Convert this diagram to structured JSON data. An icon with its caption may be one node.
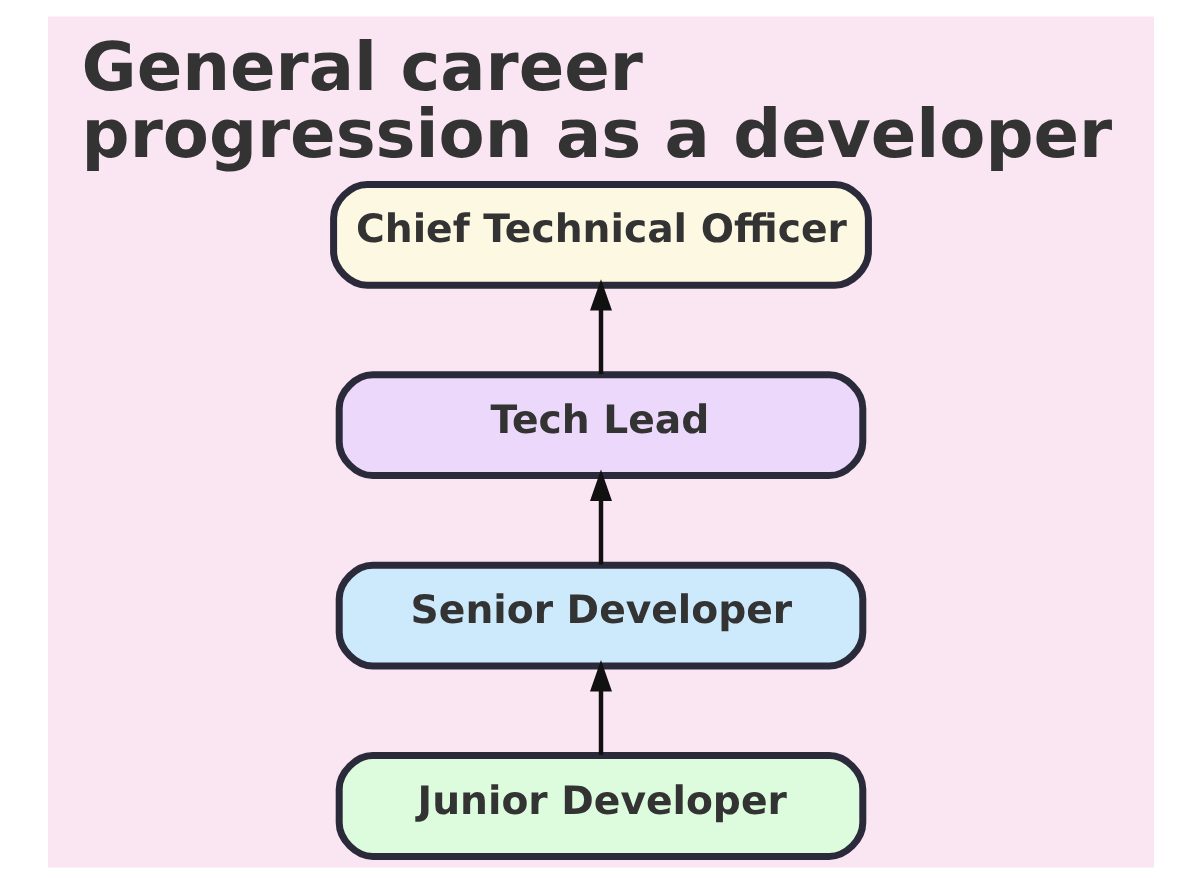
{
  "diagram": {
    "title": "General career progression as a developer",
    "nodes": [
      {
        "text": [
          "Chief Technical Officer"
        ]
      },
      {
        "text": [
          "Tech Lead"
        ]
      },
      {
        "text": [
          "Senior Developer"
        ]
      },
      {
        "text": [
          "Junior Developer"
        ]
      }
    ],
    "edges": [
      {
        "from": 3,
        "to": 2,
        "arrow": "to"
      },
      {
        "from": 2,
        "to": 1,
        "arrow": "to"
      },
      {
        "from": 1,
        "to": 0,
        "arrow": "to"
      }
    ]
  }
}
